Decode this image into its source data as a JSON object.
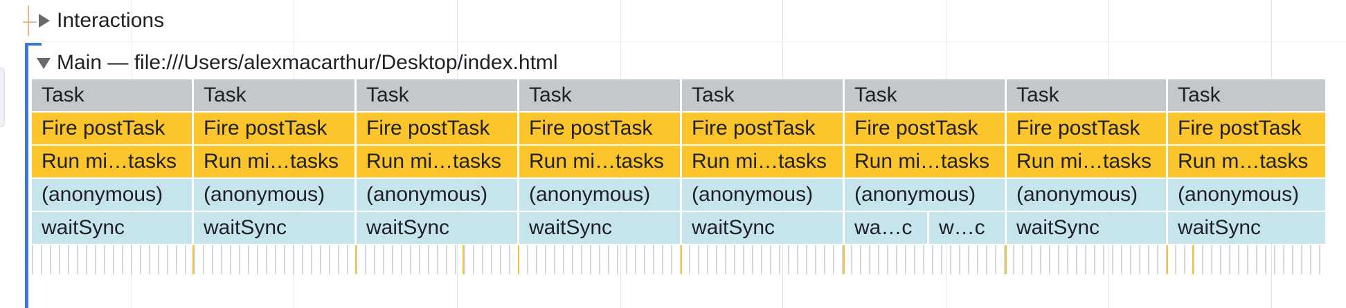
{
  "interactions_track": {
    "title": "Interactions"
  },
  "main_track": {
    "title": "Main — file:///Users/alexmacarthur/Desktop/index.html"
  },
  "flame_rows": {
    "task": [
      "Task",
      "Task",
      "Task",
      "Task",
      "Task",
      "Task",
      "Task",
      "Task"
    ],
    "fire_post_task": [
      "Fire postTask",
      "Fire postTask",
      "Fire postTask",
      "Fire postTask",
      "Fire postTask",
      "Fire postTask",
      "Fire postTask",
      "Fire postTask"
    ],
    "run_microtasks": [
      "Run mi…tasks",
      "Run mi…tasks",
      "Run mi…tasks",
      "Run mi…tasks",
      "Run mi…tasks",
      "Run mi…tasks",
      "Run mi…tasks",
      "Run m…tasks"
    ],
    "anonymous": [
      "(anonymous)",
      "(anonymous)",
      "(anonymous)",
      "(anonymous)",
      "(anonymous)",
      "(anonymous)",
      "(anonymous)",
      "(anonymous)"
    ],
    "wait_sync": [
      "waitSync",
      "waitSync",
      "waitSync",
      "waitSync",
      "waitSync",
      "wa…c",
      "w…c",
      "waitSync",
      "waitSync"
    ]
  },
  "colors": {
    "task": "#c5c8cb",
    "fire_post_task": "#fbc52b",
    "run_microtasks": "#fbc52b",
    "scripting": "#c5e4ec",
    "track_bracket": "#3c78d8"
  },
  "icons": {
    "collapsed": "triangle-right-icon",
    "expanded": "triangle-down-icon"
  }
}
